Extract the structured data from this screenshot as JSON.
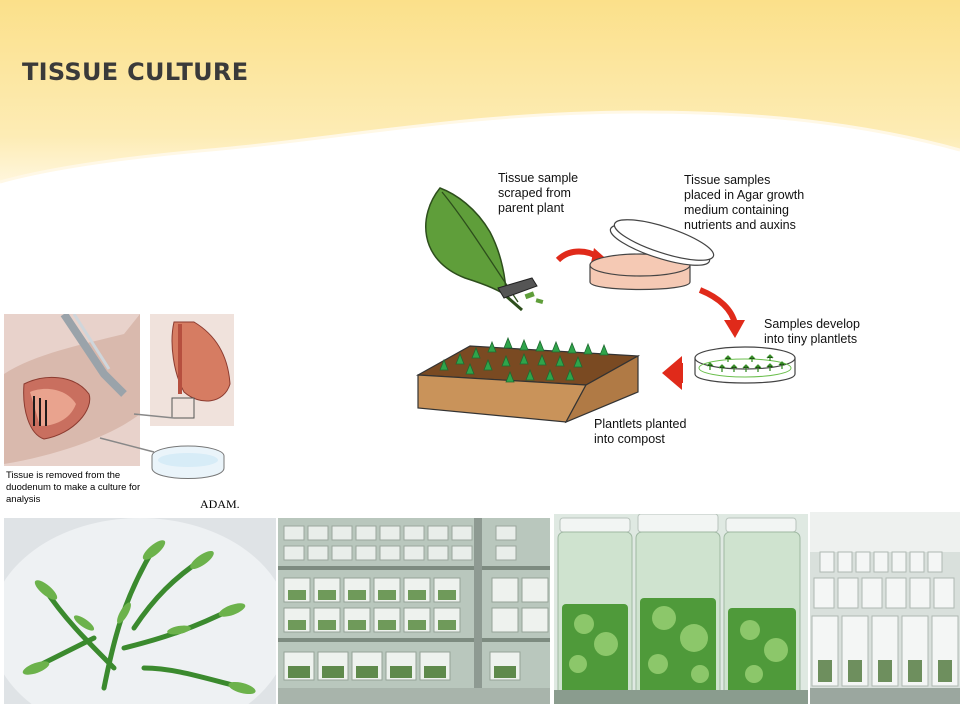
{
  "slide": {
    "title": "TISSUE CULTURE"
  },
  "diagram": {
    "step1_line1": "Tissue sample",
    "step1_line2": "scraped from",
    "step1_line3": "parent plant",
    "step2_line1": "Tissue samples",
    "step2_line2": "placed in Agar growth",
    "step2_line3": "medium containing",
    "step2_line4": "nutrients and auxins",
    "step3_line1": "Samples develop",
    "step3_line2": "into tiny plantlets",
    "step4_line1": "Plantlets planted",
    "step4_line2": "into compost"
  },
  "adam_panel": {
    "caption": "Tissue is removed from the duodenum to make a culture for analysis",
    "logo_text": "ADAM."
  },
  "colors": {
    "header_gold": "#fbe08a",
    "leaf_green": "#5f9e3a",
    "arrow_red": "#e02a1a",
    "dish_pink": "#f5c9b4",
    "box_brown": "#c9935a"
  }
}
